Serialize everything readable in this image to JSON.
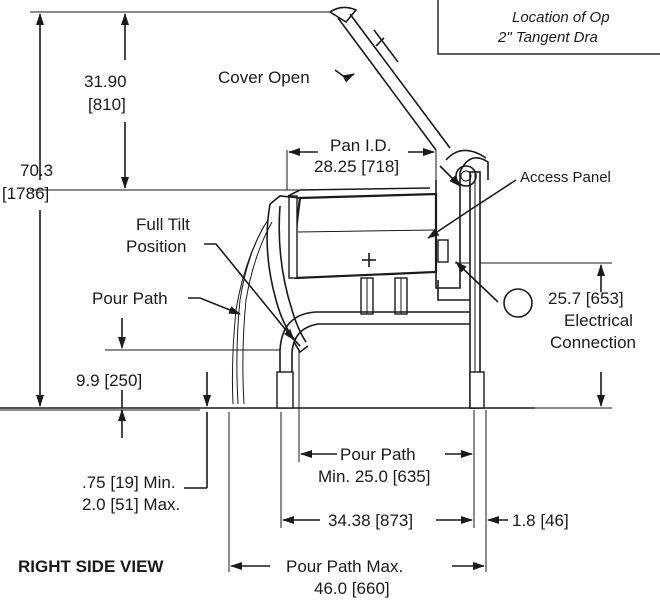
{
  "view_title": "RIGHT SIDE VIEW",
  "note": {
    "line1": "Location of Op",
    "line2": "2\" Tangent Dra"
  },
  "labels": {
    "cover_open": "Cover Open",
    "pan_id_title": "Pan I.D.",
    "pan_id_value": "28.25 [718]",
    "access_panel": "Access Panel",
    "full_tilt_1": "Full Tilt",
    "full_tilt_2": "Position",
    "pour_path": "Pour Path",
    "height_total_1": "70.3",
    "height_total_2": "[1786]",
    "cover_height_1": "31.90",
    "cover_height_2": "[810]",
    "pour_height": "9.9 [250]",
    "electrical_1": "25.7 [653]",
    "electrical_2": "Electrical",
    "electrical_3": "Connection",
    "clearance_1": ".75 [19] Min.",
    "clearance_2": "2.0 [51] Max.",
    "pour_min_1": "Pour Path",
    "pour_min_2": "Min. 25.0 [635]",
    "leg_span": "34.38 [873]",
    "offset": "1.8 [46]",
    "pour_max_1": "Pour Path Max.",
    "pour_max_2": "46.0 [660]"
  }
}
